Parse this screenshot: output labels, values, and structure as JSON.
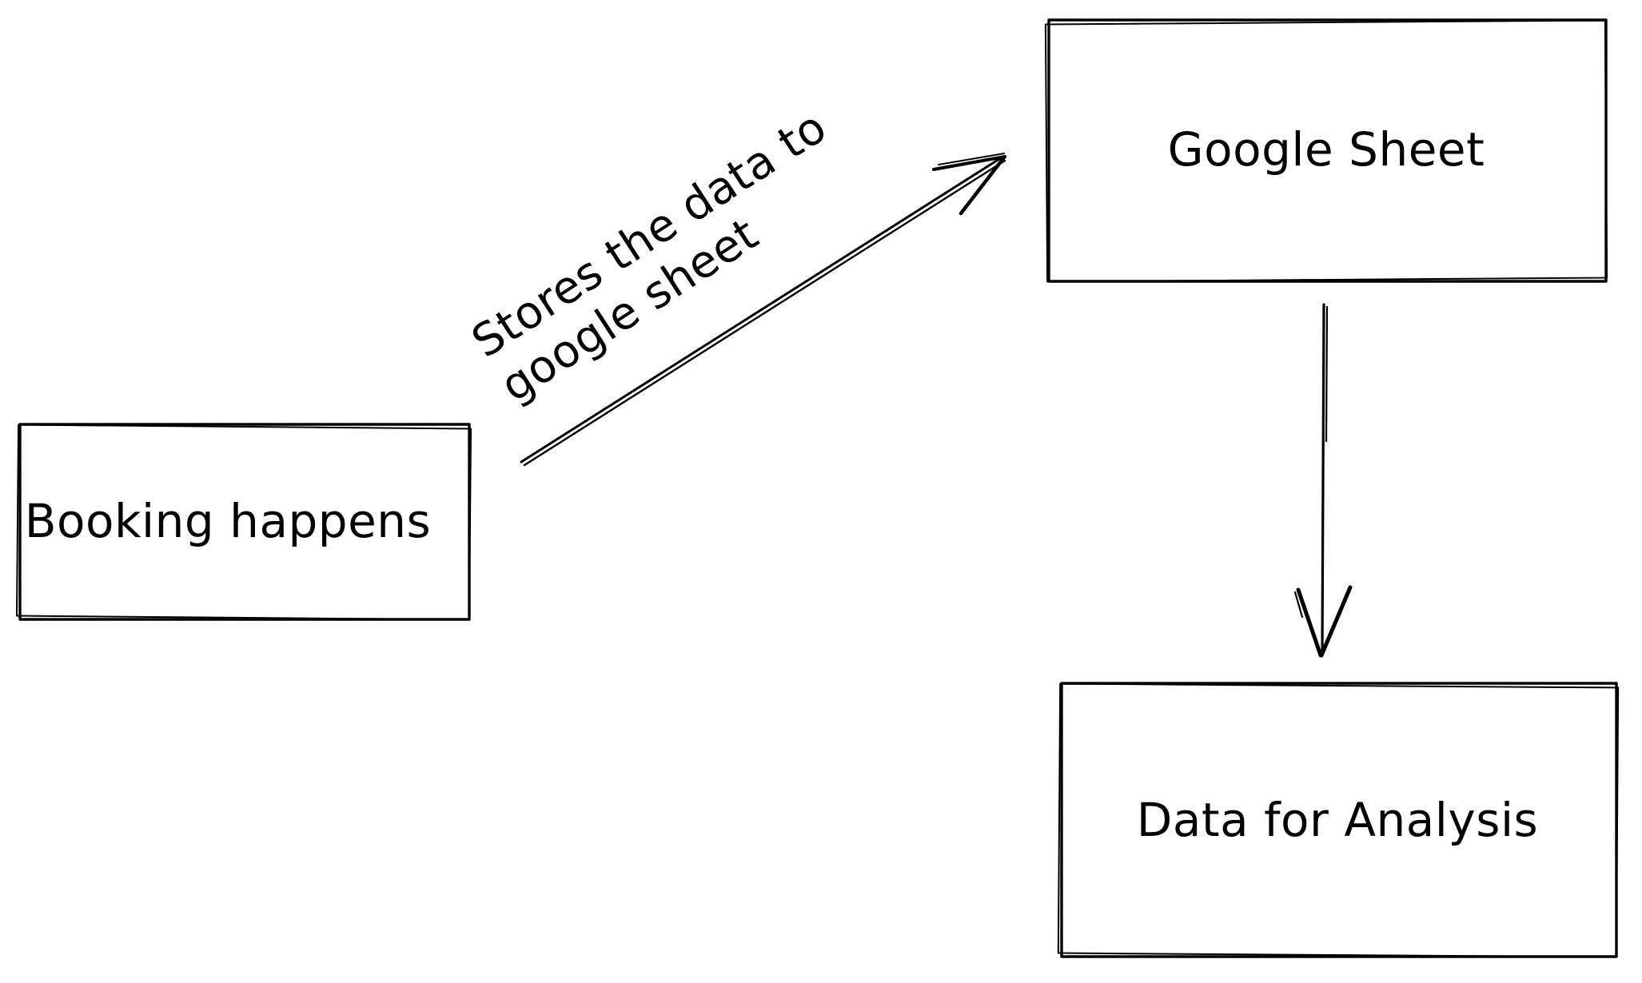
{
  "diagram": {
    "type": "flowchart",
    "style": "hand-drawn",
    "background_color": "#ffffff",
    "stroke_color": "#000000",
    "nodes": [
      {
        "id": "booking",
        "label": "Booking happens",
        "shape": "rectangle"
      },
      {
        "id": "google-sheet",
        "label": "Google Sheet",
        "shape": "rectangle"
      },
      {
        "id": "data-analysis",
        "label": "Data for Analysis",
        "shape": "rectangle"
      }
    ],
    "edges": [
      {
        "id": "booking-to-google-sheet",
        "from": "booking",
        "to": "google-sheet",
        "arrow": "end",
        "label_line1": "Stores the data to",
        "label_line2": "google sheet"
      },
      {
        "id": "google-sheet-to-data-analysis",
        "from": "google-sheet",
        "to": "data-analysis",
        "arrow": "end",
        "label_line1": "",
        "label_line2": ""
      }
    ]
  }
}
